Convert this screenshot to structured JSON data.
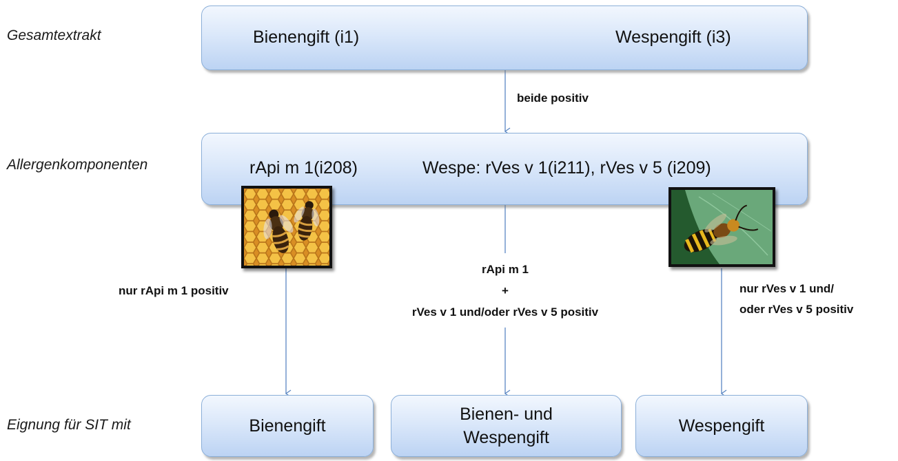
{
  "rows": {
    "gesamt": "Gesamtextrakt",
    "allergen": "Allergenkomponenten",
    "eignung": "Eignung für SIT mit"
  },
  "top_box": {
    "left": "Bienengift (i1)",
    "right": "Wespengift (i3)"
  },
  "conditions": {
    "both_positive": "beide positiv",
    "only_rapi": "nur rApi m 1 positiv",
    "middle_line1": "rApi m 1",
    "middle_line2": "+",
    "middle_line3": "rVes v 1 und/oder rVes v 5 positiv",
    "only_rves_line1": "nur rVes v 1 und/",
    "only_rves_line2": "oder rVes v 5 positiv"
  },
  "middle_box": {
    "left": "rApi m 1(i208)",
    "right": "Wespe: rVes v 1(i211), rVes v 5 (i209)"
  },
  "bottom_boxes": {
    "bee": "Bienengift",
    "both_line1": "Bienen- und",
    "both_line2": "Wespengift",
    "wasp": "Wespengift"
  },
  "images": {
    "bee_photo": "honeybee-photo",
    "wasp_photo": "wasp-photo"
  },
  "colors": {
    "box_fill_light": "#f2f7fe",
    "box_fill_dark": "#bcd3f3",
    "box_border": "#8aaed8",
    "arrow": "#5a86c2"
  }
}
